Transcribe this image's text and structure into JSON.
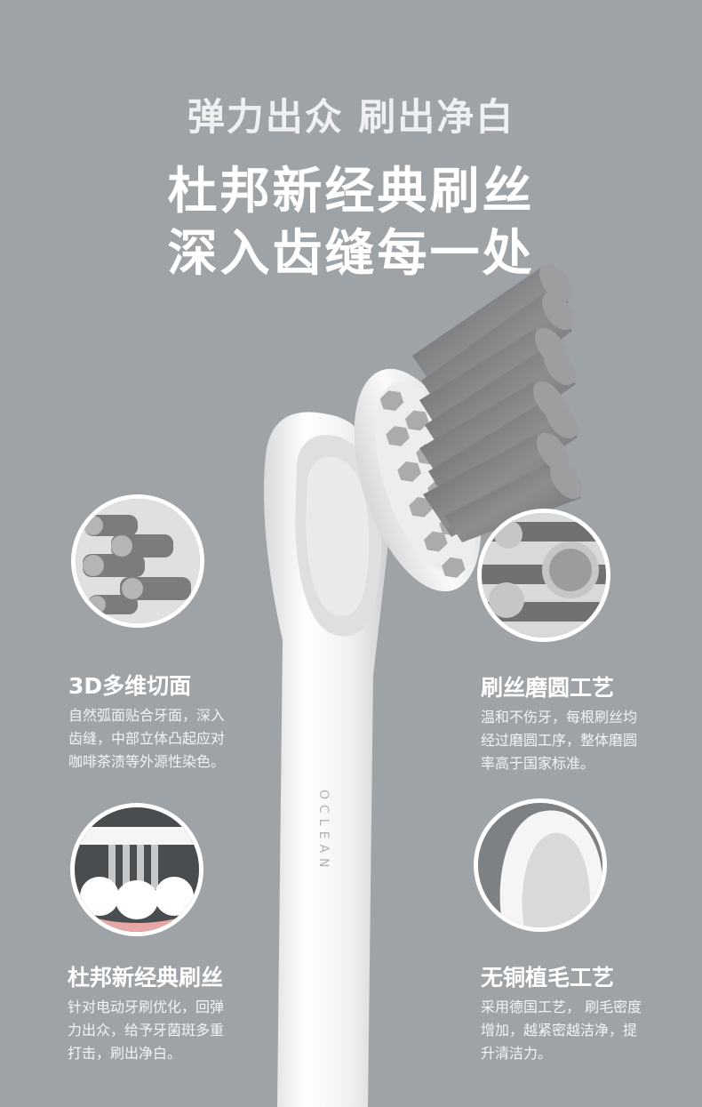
{
  "header": {
    "subtitle": "弹力出众 刷出净白",
    "headline_line1": "杜邦新经典刷丝",
    "headline_line2": "深入齿缝每一处"
  },
  "product": {
    "brand_mark": "OCLEAN"
  },
  "features": [
    {
      "title": "3D多维切面",
      "desc": "自然弧面贴合牙面，深入齿缝，中部立体凸起应对咖啡茶渍等外源性染色。"
    },
    {
      "title": "刷丝磨圆工艺",
      "desc": "温和不伤牙，每根刷丝均经过磨圆工序，整体磨圆率高于国家标准。"
    },
    {
      "title": "杜邦新经典刷丝",
      "desc": "针对电动牙刷优化，回弹力出众，给予牙菌斑多重打击，刷出净白。"
    },
    {
      "title": "无铜植毛工艺",
      "desc": "采用德国工艺， 刷毛密度增加，越紧密越洁净，提升清洁力。"
    }
  ],
  "colors": {
    "background": "#9ea3a7",
    "handle": "#f4f4f4",
    "bristle": "#7d7f81",
    "text": "#ffffff"
  }
}
